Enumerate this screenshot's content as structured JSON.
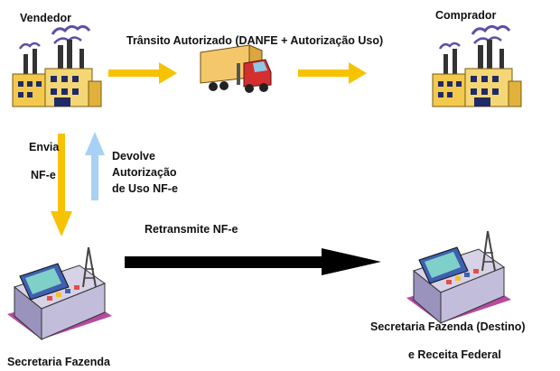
{
  "labels": {
    "seller": "Vendedor",
    "buyer": "Comprador",
    "transit": "Trânsito Autorizado (DANFE + Autorização Uso)",
    "send_line1": "Envia",
    "send_line2": "NF-e",
    "return_line1": "Devolve",
    "return_line2": "Autorização",
    "return_line3": "de Uso NF-e",
    "retransmit": "Retransmite NF-e",
    "origin_office": "Secretaria Fazenda",
    "dest_office_line1": "Secretaria Fazenda (Destino)",
    "dest_office_line2": "e Receita Federal"
  },
  "colors": {
    "flow_arrow": "#f7c300",
    "return_arrow": "#a9d0f5",
    "retransmit_arrow": "#000000",
    "factory_body": "#f2c94c",
    "factory_smoke": "#5b4fa8",
    "truck_cab": "#d32f2f",
    "truck_trailer": "#f4c86a",
    "terminal_screen": "#3f5fb0"
  },
  "icons": [
    "factory-icon",
    "truck-icon",
    "computer-terminal-icon"
  ]
}
